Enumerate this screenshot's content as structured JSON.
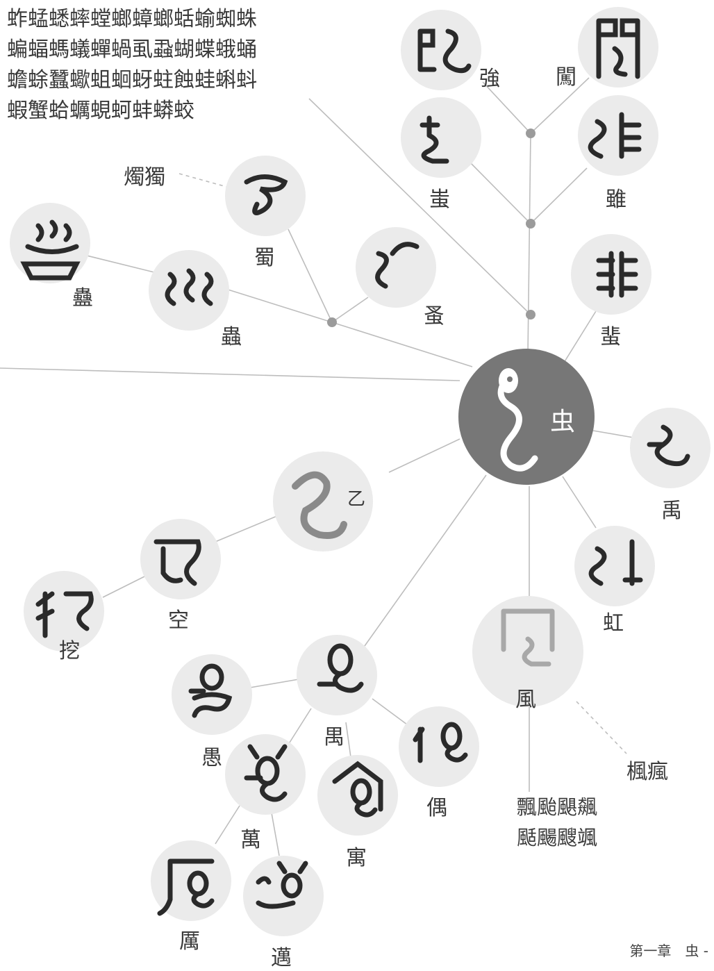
{
  "related_chars": {
    "lines": [
      "蚱蜢蟋蟀螳螂蟑螂蛞蝓蜘蛛",
      "蝙蝠螞蟻蟬蝸虱蝨蝴蝶蛾蛹",
      "蟾蜍蠶蠍蛆蛔蚜蛀蝕蛙蝌蚪",
      "蝦蟹蛤蠣蜆蚵蚌蟒蛟"
    ]
  },
  "center": {
    "label": "虫",
    "color": "#777777"
  },
  "nodes": {
    "qiang": "強",
    "chuang": "闖",
    "chi": "蚩",
    "sui": "雖",
    "fei": "蜚",
    "shu": "蜀",
    "zao": "蚤",
    "gu": "蠱",
    "chong": "蟲",
    "yu": "禹",
    "hong": "虹",
    "yi": "乙",
    "kong": "空",
    "wa": "挖",
    "feng": "風",
    "yu2": "禺",
    "yu3": "愚",
    "wan": "萬",
    "yu4": "寓",
    "ou": "偶",
    "li": "厲",
    "mai": "邁"
  },
  "side_labels": {
    "zhu_du": "燭獨",
    "feng_feng": "楓瘋",
    "piao_lines": [
      "飄颱颶飆",
      "颳颺颼颯"
    ]
  },
  "footer": "第一章　虫 -"
}
